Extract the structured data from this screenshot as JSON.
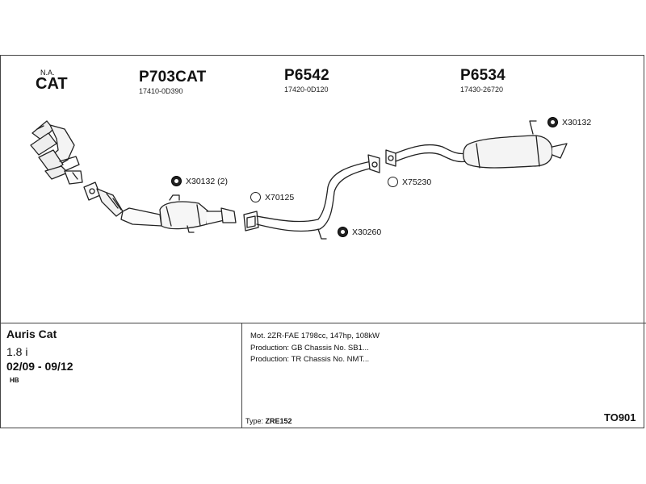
{
  "parts": [
    {
      "code": "P703CAT",
      "oem": "17410-0D390"
    },
    {
      "code": "P6542",
      "oem": "17420-0D120"
    },
    {
      "code": "P6534",
      "oem": "17430-26720"
    }
  ],
  "cat_header": {
    "note": "N.A.",
    "label": "CAT"
  },
  "hardware": {
    "x30132_2": "X30132 (2)",
    "x70125": "X70125",
    "x30260": "X30260",
    "x75230": "X75230",
    "x30132": "X30132"
  },
  "vehicle": {
    "model": "Auris Cat",
    "engine": "1.8 i",
    "years": "02/09 - 09/12",
    "body": "HB"
  },
  "specs": [
    "Mot. 2ZR-FAE 1798cc, 147hp, 108kW",
    "Production: GB Chassis No. SB1...",
    "Production: TR Chassis No. NMT..."
  ],
  "type_label": "Type:",
  "type_value": "ZRE152",
  "reference": "TO901"
}
